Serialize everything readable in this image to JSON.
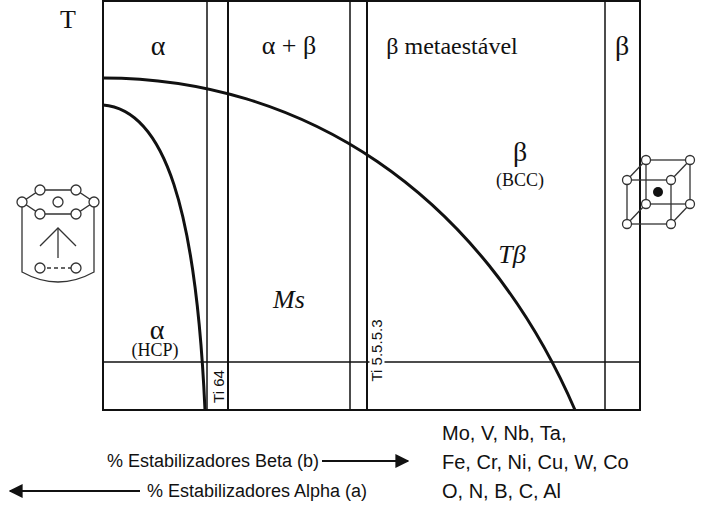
{
  "diagram": {
    "labels": [
      "T",
      "α",
      "α + β",
      "β metaestável",
      "β",
      "β",
      "(BCC)",
      "α",
      "(HCP)",
      "Ms",
      "Tβ",
      "Ti 64",
      "Ti 5.5.5.3",
      "% Estabilizadores Beta (b)",
      "Mo, V, Nb, Ta,",
      "Fe, Cr, Ni, Cu, W, Co",
      "% Estabilizadores Alpha (a)",
      "O, N, B, C, Al"
    ]
  }
}
